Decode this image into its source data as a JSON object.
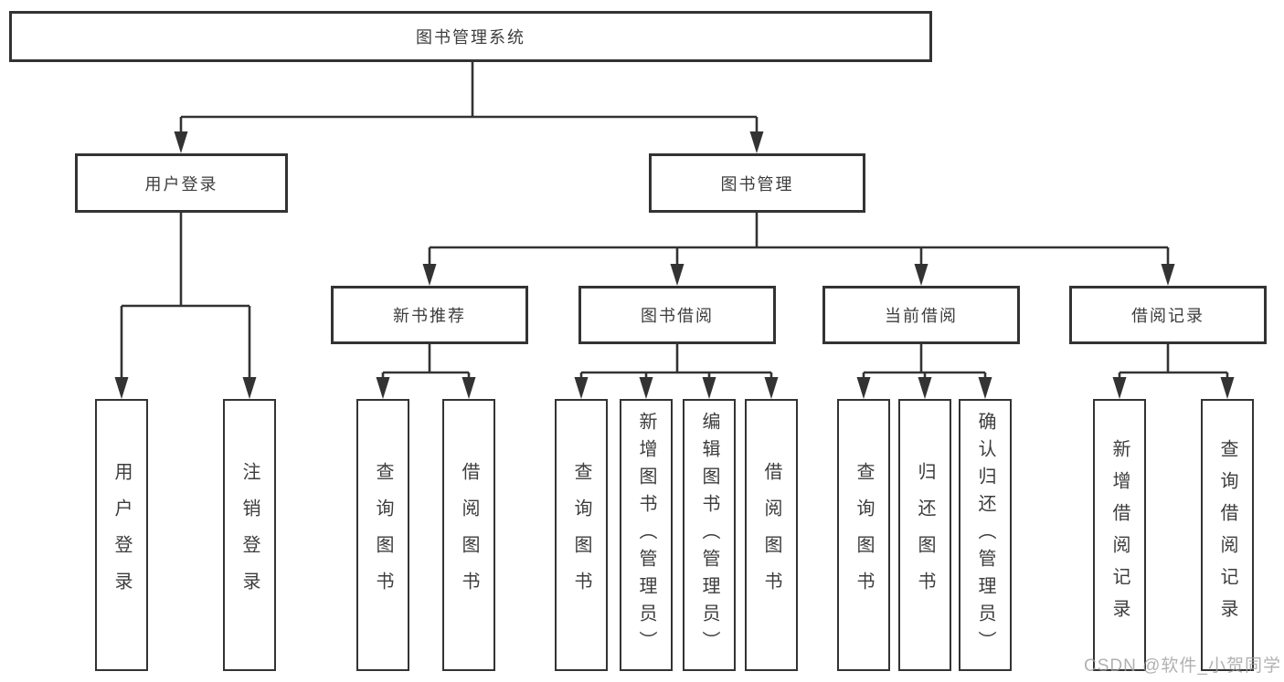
{
  "tree": {
    "root": {
      "label": "图书管理系统",
      "children": [
        {
          "label": "用户登录",
          "children": [
            {
              "label": "用户登录"
            },
            {
              "label": "注销登录"
            }
          ]
        },
        {
          "label": "图书管理",
          "children": [
            {
              "label": "新书推荐",
              "children": [
                {
                  "label": "查询图书"
                },
                {
                  "label": "借阅图书"
                }
              ]
            },
            {
              "label": "图书借阅",
              "children": [
                {
                  "label": "查询图书"
                },
                {
                  "label": "新增图书（管理员）"
                },
                {
                  "label": "编辑图书（管理员）"
                },
                {
                  "label": "借阅图书"
                }
              ]
            },
            {
              "label": "当前借阅",
              "children": [
                {
                  "label": "查询图书"
                },
                {
                  "label": "归还图书"
                },
                {
                  "label": "确认归还（管理员）"
                }
              ]
            },
            {
              "label": "借阅记录",
              "children": [
                {
                  "label": "新增借阅记录"
                },
                {
                  "label": "查询借阅记录"
                }
              ]
            }
          ]
        }
      ]
    }
  },
  "watermark": {
    "text": "CSDN @软件_小贺同学"
  },
  "colors": {
    "line": "#333333",
    "text": "#3d3d3d",
    "background": "#ffffff",
    "watermark": "#9e9e9e"
  }
}
